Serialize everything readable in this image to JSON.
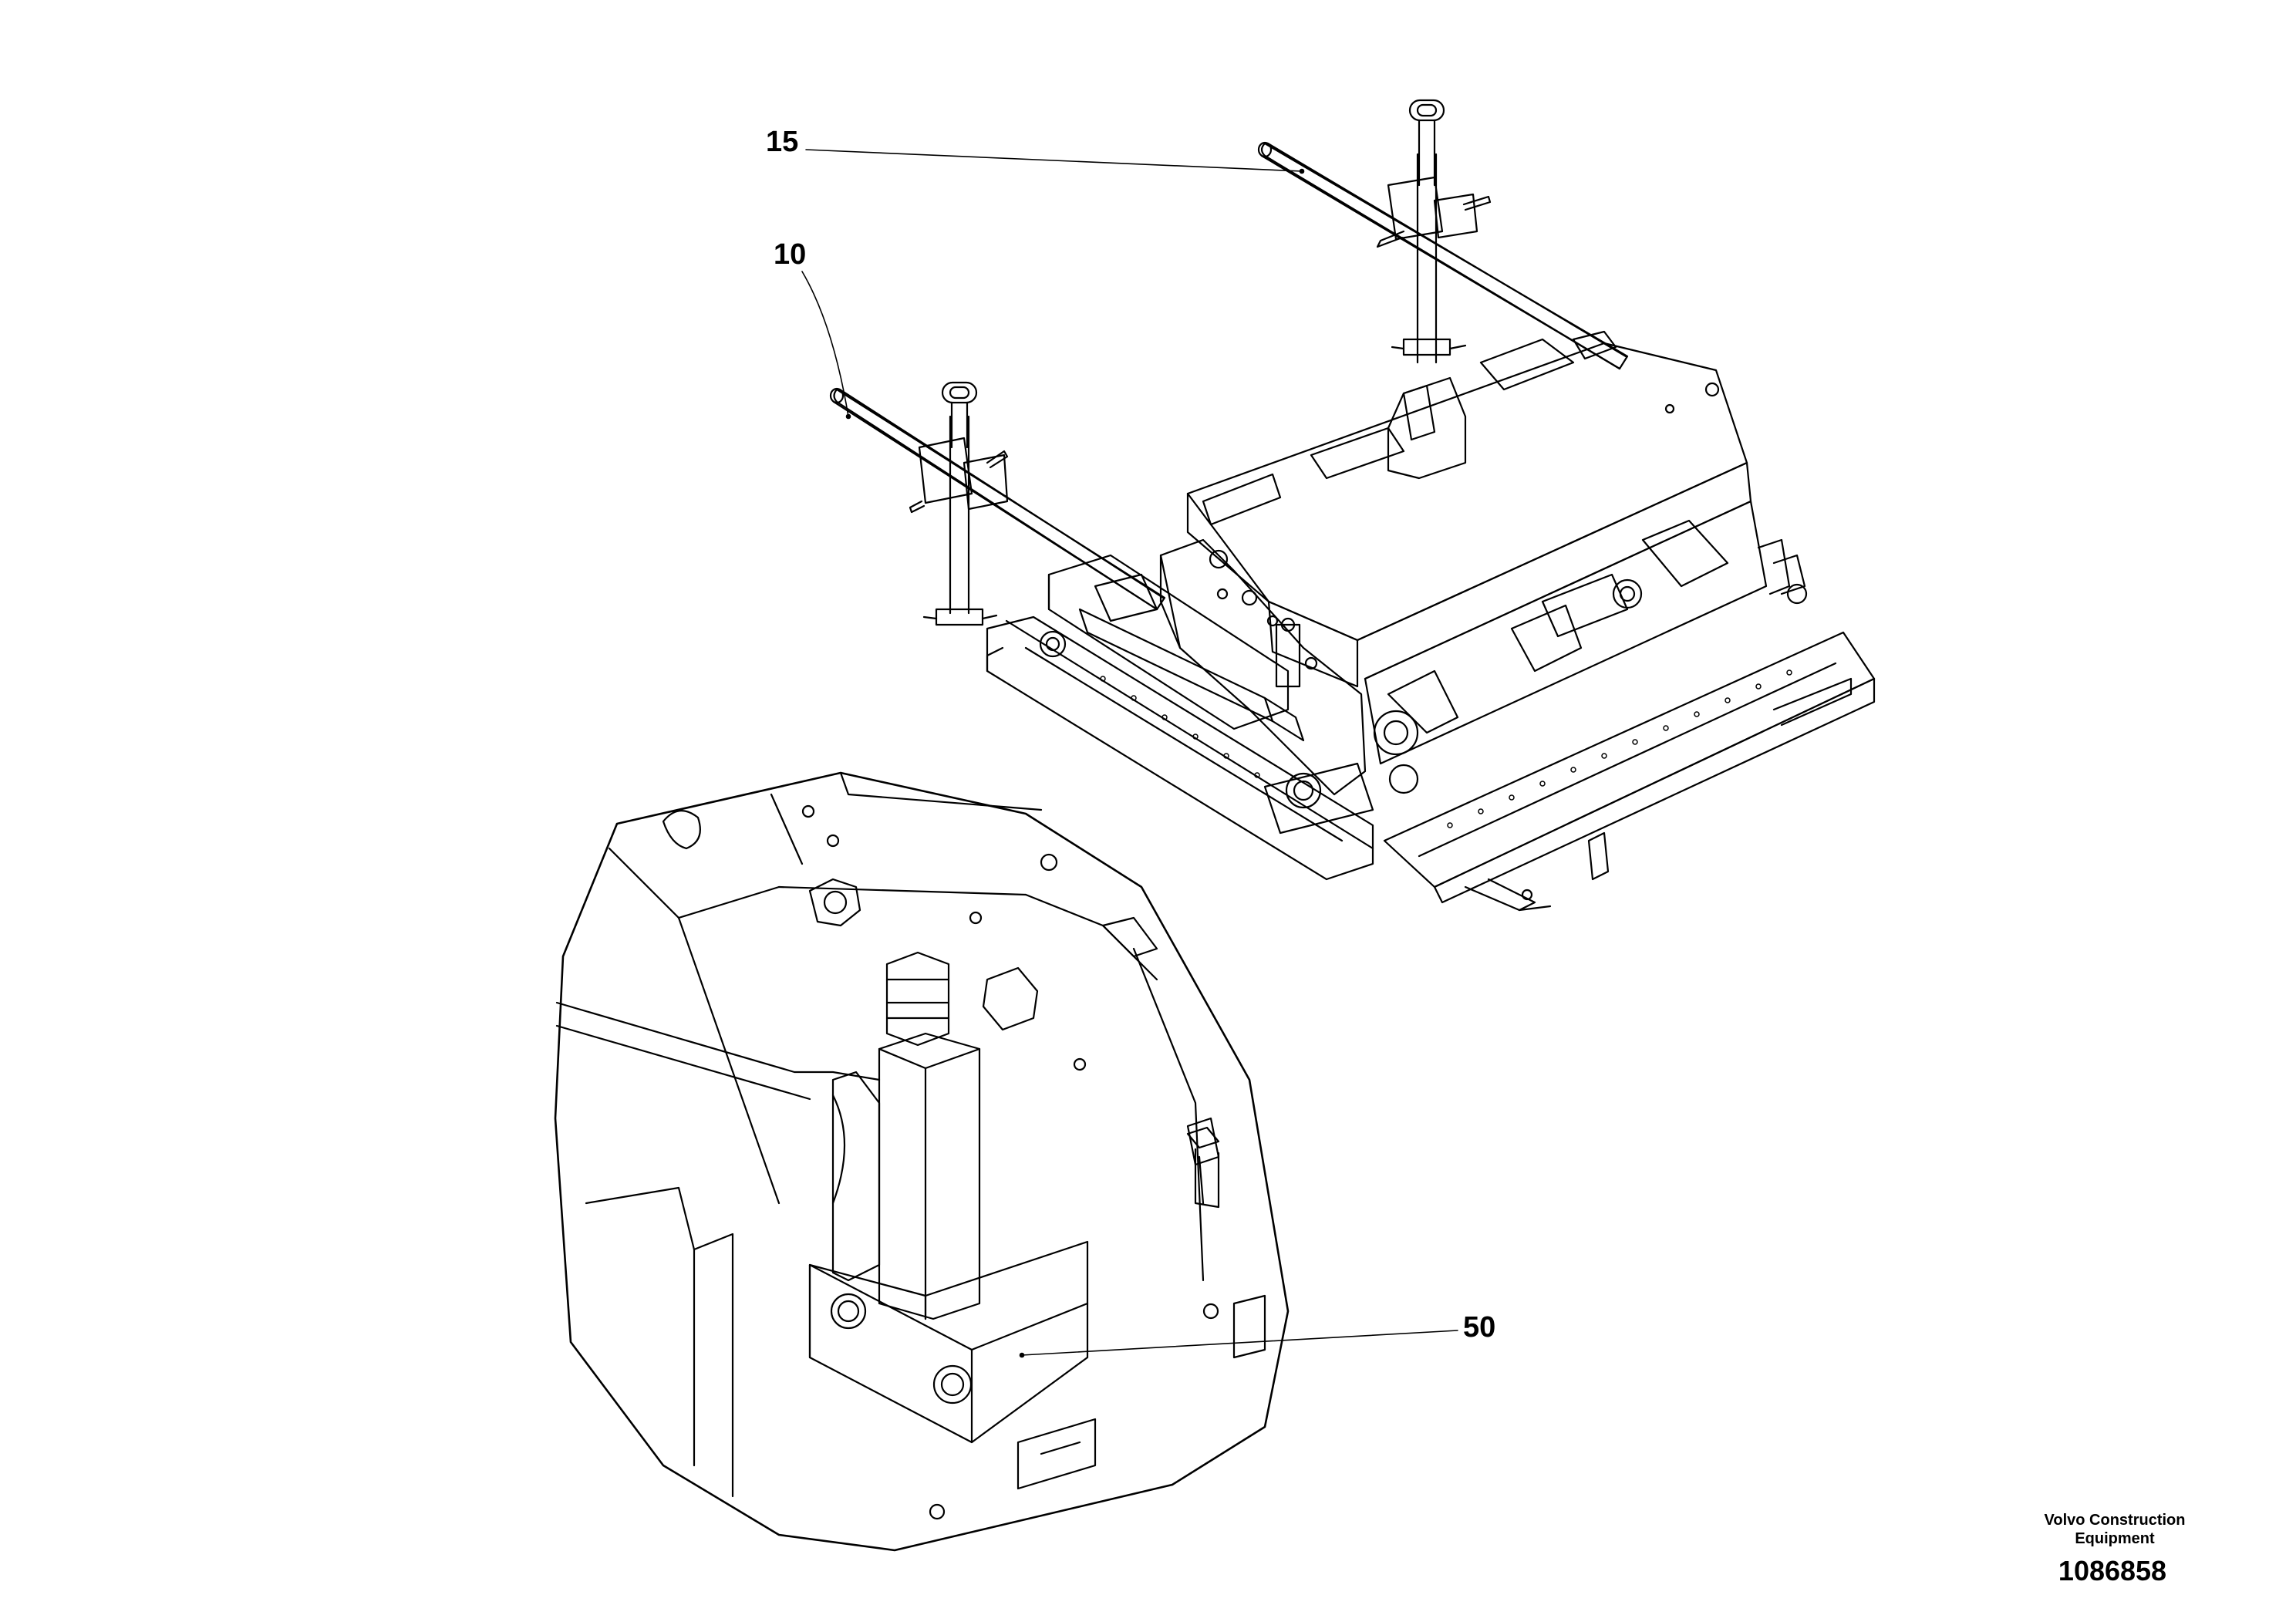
{
  "callouts": [
    {
      "id": "15",
      "label": "15"
    },
    {
      "id": "10",
      "label": "10"
    },
    {
      "id": "50",
      "label": "50"
    }
  ],
  "footer": {
    "brand_line1": "Volvo Construction",
    "brand_line2": "Equipment",
    "doc_number": "1086858"
  }
}
